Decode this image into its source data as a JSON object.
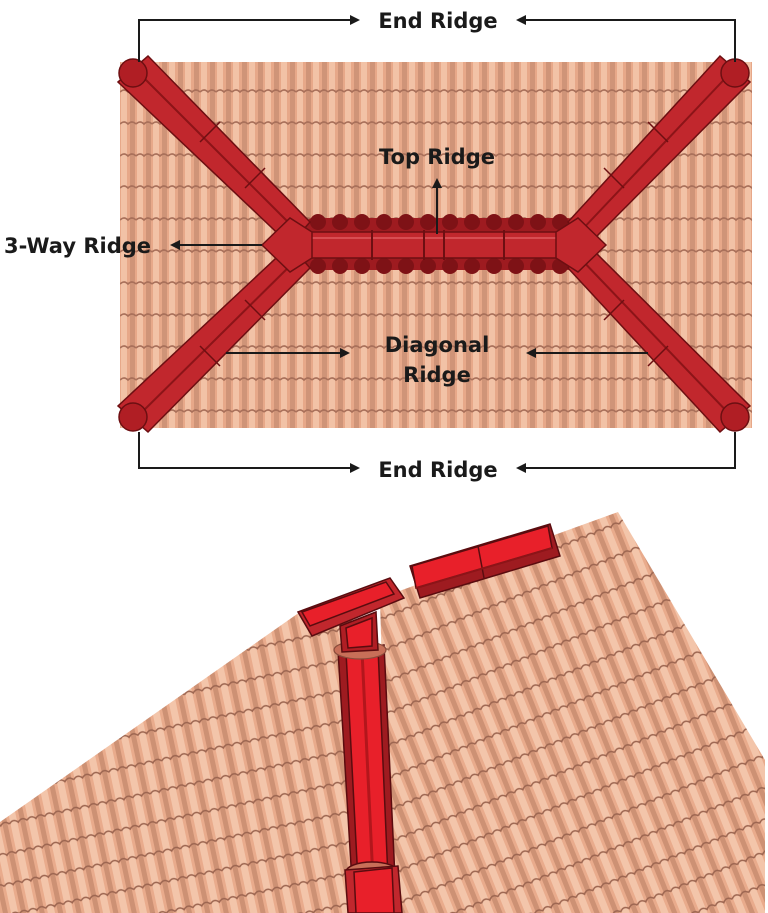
{
  "labels": {
    "end_ridge_top": "End Ridge",
    "top_ridge": "Top Ridge",
    "three_way_ridge": "3-Way Ridge",
    "diagonal_ridge_line1": "Diagonal",
    "diagonal_ridge_line2": "Ridge",
    "end_ridge_bottom": "End Ridge"
  },
  "colors": {
    "tile_base": "#e7a889",
    "tile_light": "#f2c2a6",
    "tile_dark": "#c98d70",
    "tile_edge": "#a9705a",
    "ridge_main": "#c1272d",
    "ridge_dark": "#8c1418",
    "ridge_bright": "#e8202a",
    "arrow": "#1a1a1a"
  }
}
